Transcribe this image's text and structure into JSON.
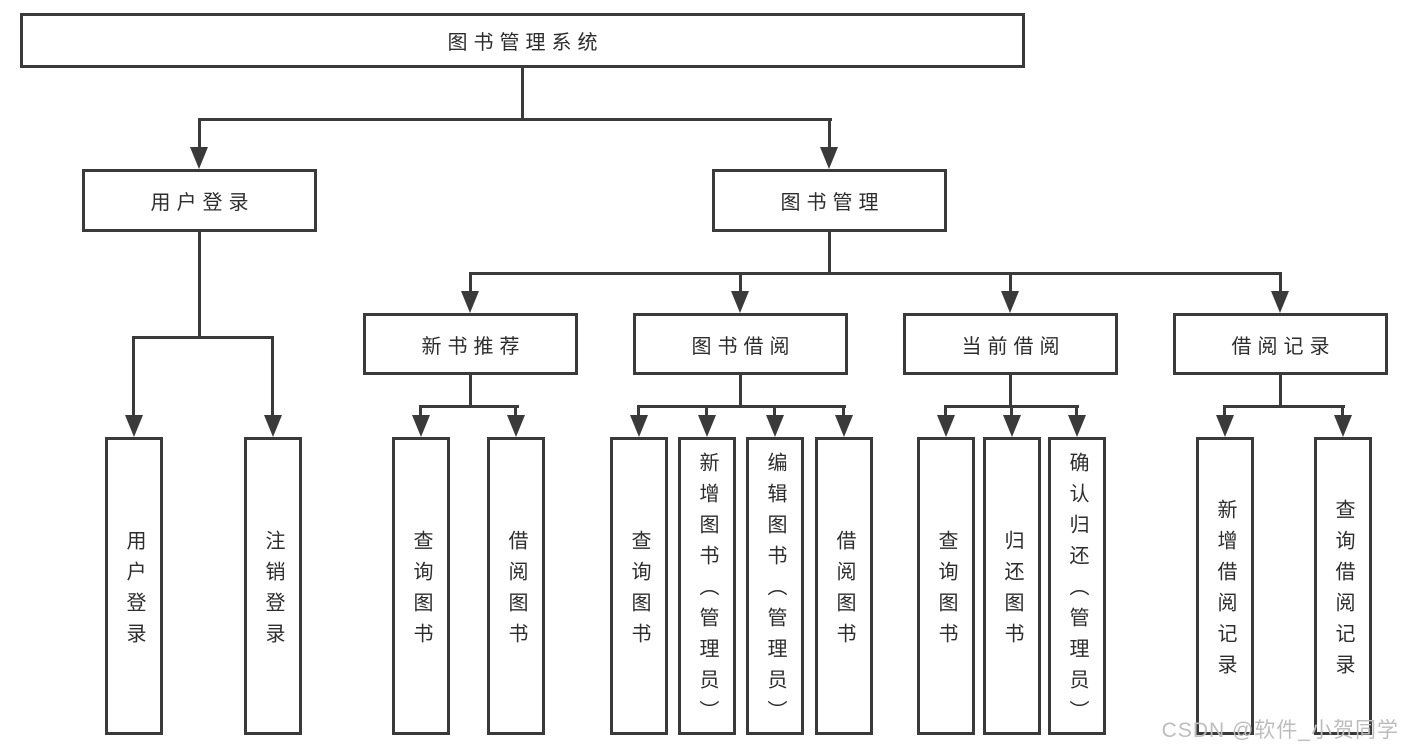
{
  "colors": {
    "line": "#3a3a3a",
    "text": "#2d2d2d",
    "watermark": "#bdbdbd",
    "background": "#ffffff"
  },
  "watermark": {
    "text": "CSDN @软件_小贺同学"
  },
  "diagram": {
    "type": "tree",
    "root": {
      "label": "图书管理系统"
    },
    "level2": {
      "user_login": {
        "label": "用户登录"
      },
      "book_management": {
        "label": "图书管理"
      }
    },
    "level3": {
      "new_book_recommend": {
        "label": "新书推荐"
      },
      "book_borrow": {
        "label": "图书借阅"
      },
      "current_borrow": {
        "label": "当前借阅"
      },
      "borrow_records": {
        "label": "借阅记录"
      }
    },
    "leaves": {
      "user_login": [
        "用户登录",
        "注销登录"
      ],
      "new_book_recommend": [
        "查询图书",
        "借阅图书"
      ],
      "book_borrow": [
        "查询图书",
        "新增图书（管理员）",
        "编辑图书（管理员）",
        "借阅图书"
      ],
      "current_borrow": [
        "查询图书",
        "归还图书",
        "确认归还（管理员）"
      ],
      "borrow_records": [
        "新增借阅记录",
        "查询借阅记录"
      ]
    }
  }
}
